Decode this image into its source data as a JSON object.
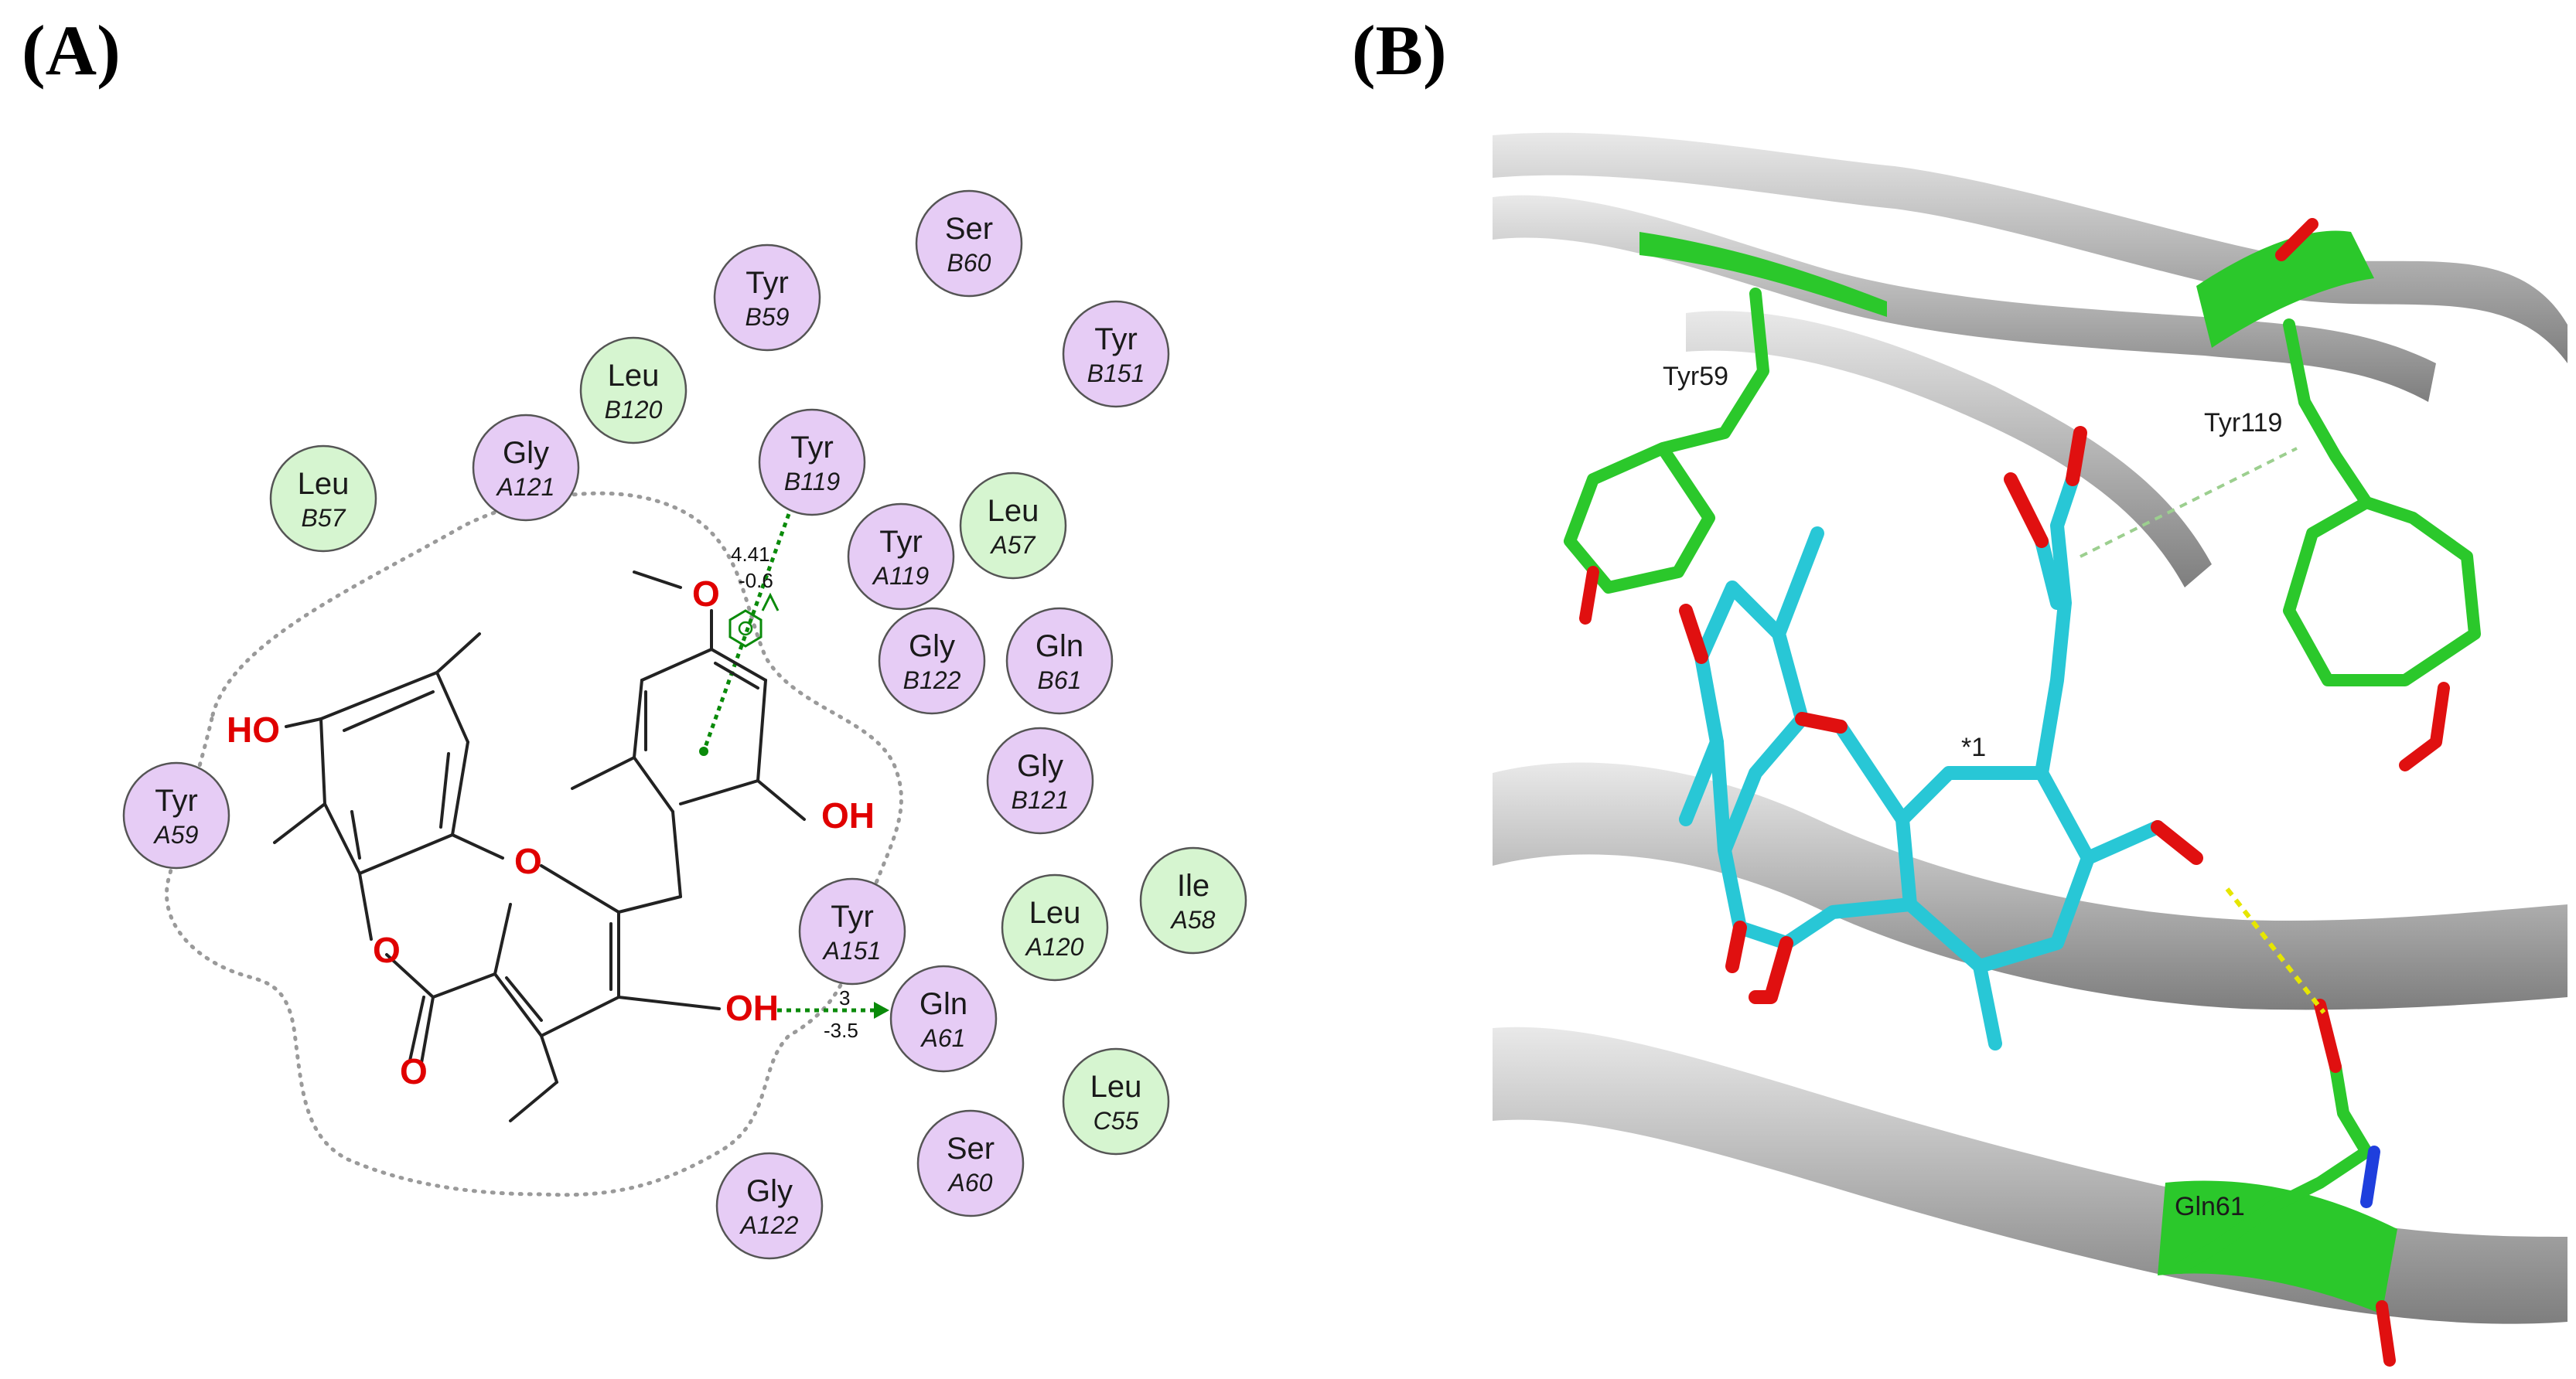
{
  "panels": {
    "a": {
      "label": "(A)"
    },
    "b": {
      "label": "(B)"
    }
  },
  "colors": {
    "polar_residue": "#e6ccf5",
    "hydrophobic_residue": "#d6f5d0",
    "residue_outline": "#555555",
    "bond": "#222222",
    "oxygen": "#e00000",
    "interaction": "#0a8a0a",
    "ligand_stick": "#28c7d6",
    "ligand_oxygen": "#e01010",
    "residue_stick": "#2bc82b",
    "ribbon": "#a8a8a8",
    "hbond_3d": "#e6e600",
    "nitrogen": "#1f3fdd"
  },
  "residues": [
    {
      "name": "Ser",
      "chain": "B60",
      "kind": "polar"
    },
    {
      "name": "Tyr",
      "chain": "B59",
      "kind": "polar"
    },
    {
      "name": "Tyr",
      "chain": "B151",
      "kind": "polar"
    },
    {
      "name": "Leu",
      "chain": "B120",
      "kind": "hydrophobic"
    },
    {
      "name": "Gly",
      "chain": "A121",
      "kind": "polar"
    },
    {
      "name": "Tyr",
      "chain": "B119",
      "kind": "polar"
    },
    {
      "name": "Leu",
      "chain": "B57",
      "kind": "hydrophobic"
    },
    {
      "name": "Tyr",
      "chain": "A119",
      "kind": "polar"
    },
    {
      "name": "Leu",
      "chain": "A57",
      "kind": "hydrophobic"
    },
    {
      "name": "Gly",
      "chain": "B122",
      "kind": "polar"
    },
    {
      "name": "Gln",
      "chain": "B61",
      "kind": "polar"
    },
    {
      "name": "Gly",
      "chain": "B121",
      "kind": "polar"
    },
    {
      "name": "Tyr",
      "chain": "A59",
      "kind": "polar"
    },
    {
      "name": "Tyr",
      "chain": "A151",
      "kind": "polar"
    },
    {
      "name": "Leu",
      "chain": "A120",
      "kind": "hydrophobic"
    },
    {
      "name": "Ile",
      "chain": "A58",
      "kind": "hydrophobic"
    },
    {
      "name": "Gln",
      "chain": "A61",
      "kind": "polar"
    },
    {
      "name": "Leu",
      "chain": "C55",
      "kind": "hydrophobic"
    },
    {
      "name": "Ser",
      "chain": "A60",
      "kind": "polar"
    },
    {
      "name": "Gly",
      "chain": "A122",
      "kind": "polar"
    }
  ],
  "ligand_2d": {
    "atom_labels": {
      "ho": "HO",
      "oh_right": "OH",
      "oh_bottom": "OH",
      "o_ether": "O",
      "o_ester": "O",
      "o_carbonyl": "O"
    }
  },
  "interactions": {
    "pi": {
      "dist1": "4.41",
      "dist2": "-0.6"
    },
    "hbond": {
      "dist1": "3",
      "dist2": "-3.5"
    }
  },
  "structure_3d": {
    "labels": {
      "tyr59": "Tyr59",
      "tyr119": "Tyr119",
      "gln61": "Gln61",
      "marker": "*1"
    }
  }
}
